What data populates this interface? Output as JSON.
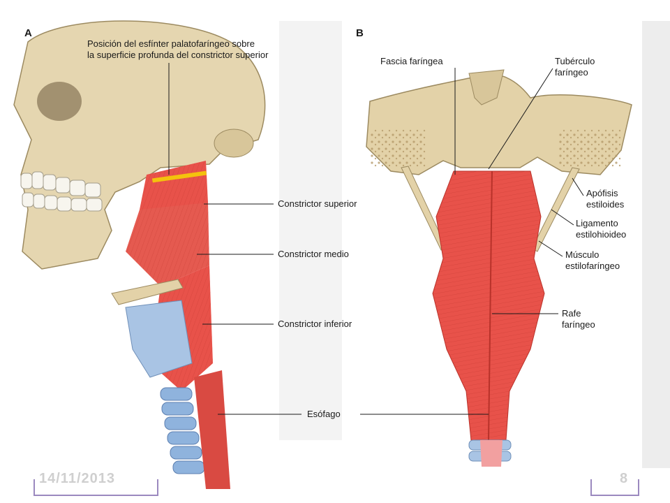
{
  "figure": {
    "panel_a": "A",
    "panel_b": "B",
    "labels_a": {
      "sphincter_line1": "Posición del esfínter palatofaríngeo sobre",
      "sphincter_line2": "la superficie profunda del constrictor superior",
      "superior": "Constrictor superior",
      "middle": "Constrictor medio",
      "inferior": "Constrictor inferior",
      "esophagus": "Esófago"
    },
    "labels_b": {
      "fascia": "Fascia faríngea",
      "tubercle_line1": "Tubérculo",
      "tubercle_line2": "faríngeo",
      "styloid_line1": "Apófisis",
      "styloid_line2": "estiloides",
      "ligament_line1": "Ligamento",
      "ligament_line2": "estilohioideo",
      "muscle_line1": "Músculo",
      "muscle_line2": "estilofaríngeo",
      "raphe_line1": "Rafe",
      "raphe_line2": "faríngeo"
    }
  },
  "footer": {
    "date": "14/11/2013",
    "page": "8"
  },
  "colors": {
    "muscle": "#e8524a",
    "bone": "#e3d2a8",
    "cartilage": "#a9c4e4",
    "sphincter": "#f4c20d",
    "footer_border": "#9b89bf"
  }
}
